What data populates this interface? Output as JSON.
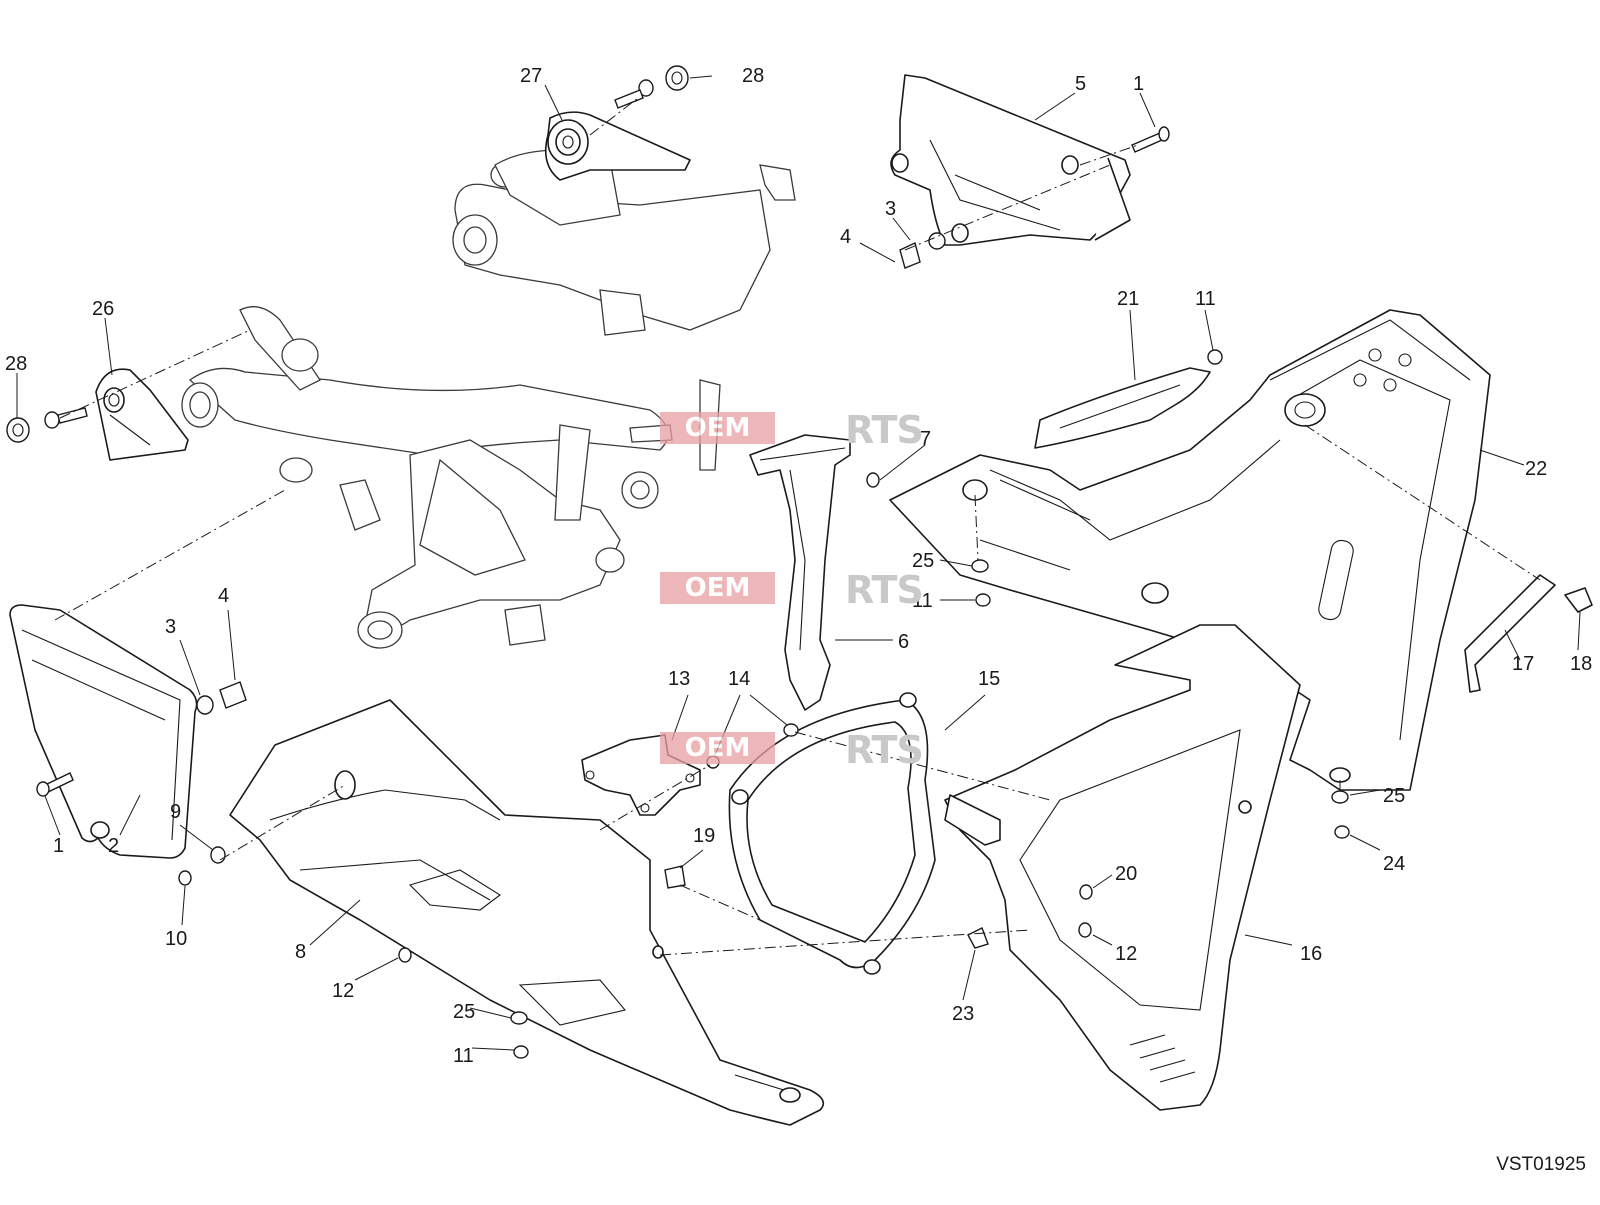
{
  "diagram": {
    "drawing_code": "VST01925",
    "watermark": {
      "left": "OEM",
      "right": "RTS"
    },
    "callouts": [
      "1",
      "2",
      "3",
      "4",
      "5",
      "6",
      "7",
      "8",
      "9",
      "10",
      "11",
      "12",
      "13",
      "14",
      "15",
      "16",
      "17",
      "18",
      "19",
      "20",
      "21",
      "22",
      "23",
      "24",
      "25",
      "26",
      "27",
      "28"
    ]
  }
}
